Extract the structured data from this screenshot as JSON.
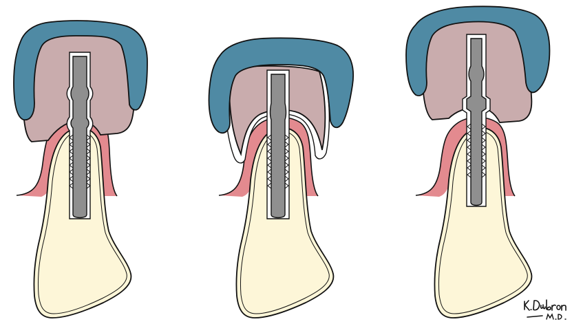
{
  "panels": [
    {
      "id": "left",
      "name": "implant-panel-left"
    },
    {
      "id": "middle",
      "name": "implant-panel-middle"
    },
    {
      "id": "right",
      "name": "implant-panel-right"
    }
  ],
  "signature": {
    "line1": "K. Dubron",
    "line2": "M.D."
  },
  "colors": {
    "bone": "#fdf6d8",
    "gingiva": "#e38a8f",
    "crown": "#c9acad",
    "overlay": "#4f8aa4",
    "implant": "#8f8f8f",
    "outline": "#111111"
  }
}
